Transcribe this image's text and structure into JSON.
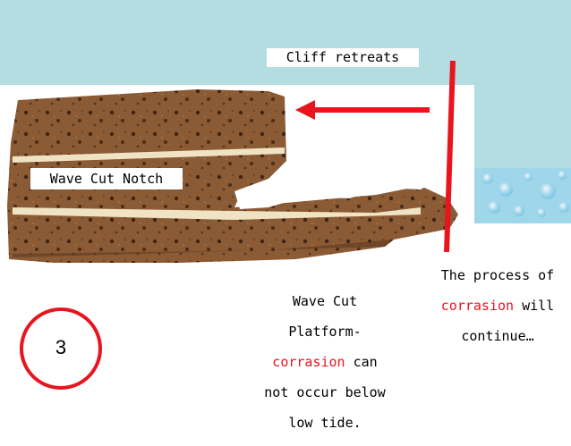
{
  "labels": {
    "cliff_retreats": "Cliff retreats",
    "wave_cut_notch": "Wave Cut Notch",
    "platform_line1": "Wave Cut",
    "platform_line2": "Platform-",
    "platform_red": "corrasion",
    "platform_line3_rest": " can",
    "platform_line4": "not occur below",
    "platform_line5": "low tide.",
    "process_line1": "The process of",
    "process_red": "corrasion",
    "process_line2_rest": " will",
    "process_line3": "continue…"
  },
  "slide_number": "3",
  "colors": {
    "sky": "#b3dde1",
    "sea": "#9fd6ea",
    "cake": "#8a5a34",
    "cream": "#efe3c4",
    "arrow": "#e8141e"
  }
}
